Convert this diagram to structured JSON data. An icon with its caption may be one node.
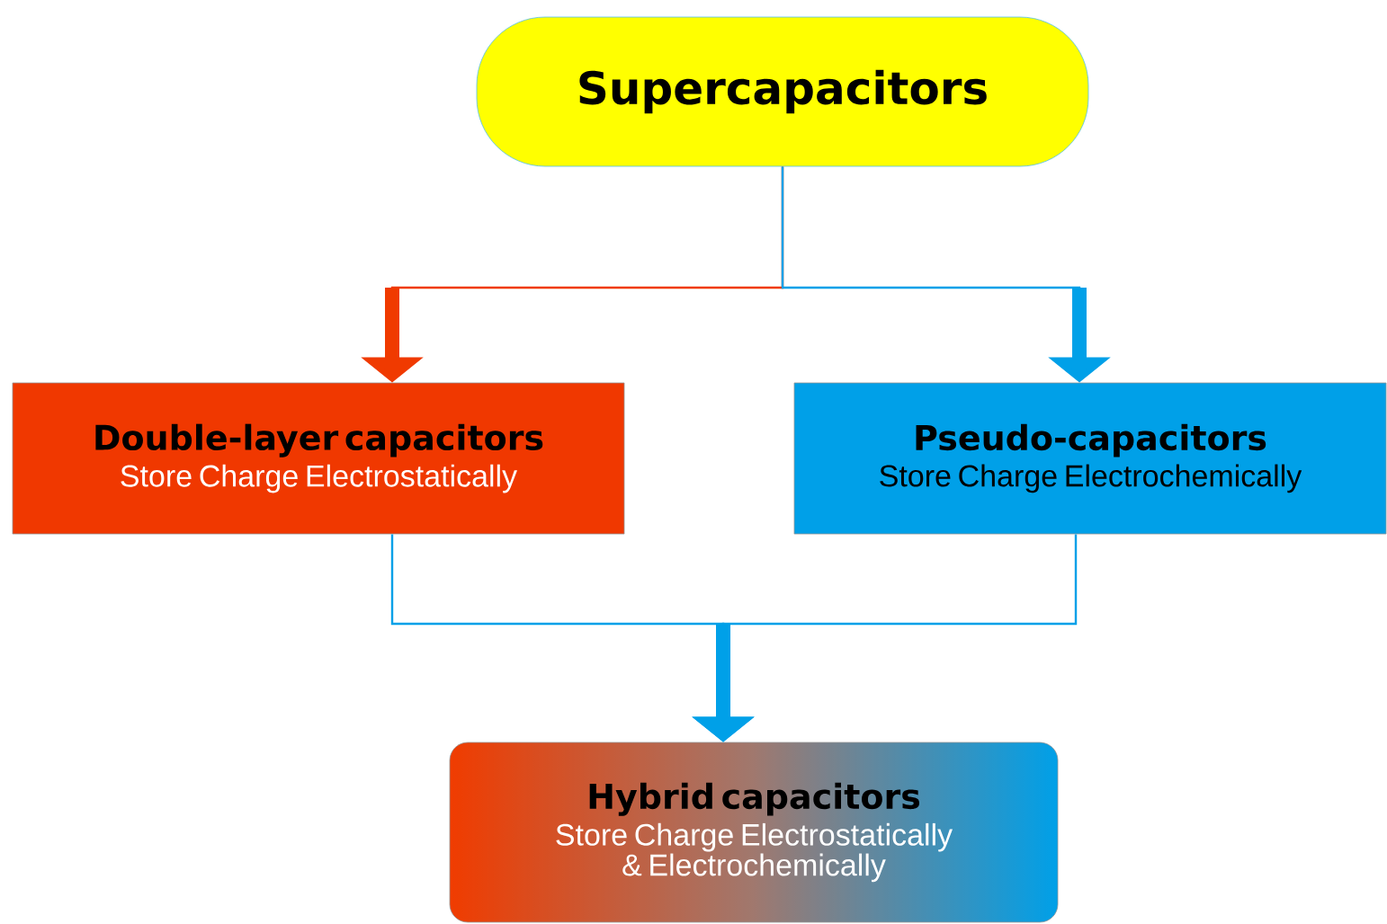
{
  "diagram": {
    "nodes": [
      {
        "text": [
          "Supercapacitors"
        ]
      },
      {
        "text": [
          "Double-layer capacitors",
          "Store Charge Electrostatically"
        ]
      },
      {
        "text": [
          "Pseudo-capacitors",
          "Store Charge Electrochemically"
        ]
      },
      {
        "text": [
          "Hybrid capacitors",
          "Store Charge Electrostatically & Electrochemically"
        ]
      }
    ],
    "edges": [
      {
        "from": 0,
        "to": 1,
        "arrow": "to",
        "color": "#f03a00"
      },
      {
        "from": 0,
        "to": 2,
        "arrow": "to"
      },
      {
        "from": 1,
        "to": 3,
        "arrow": "to"
      },
      {
        "from": 2,
        "to": 3,
        "arrow": "to"
      }
    ]
  }
}
